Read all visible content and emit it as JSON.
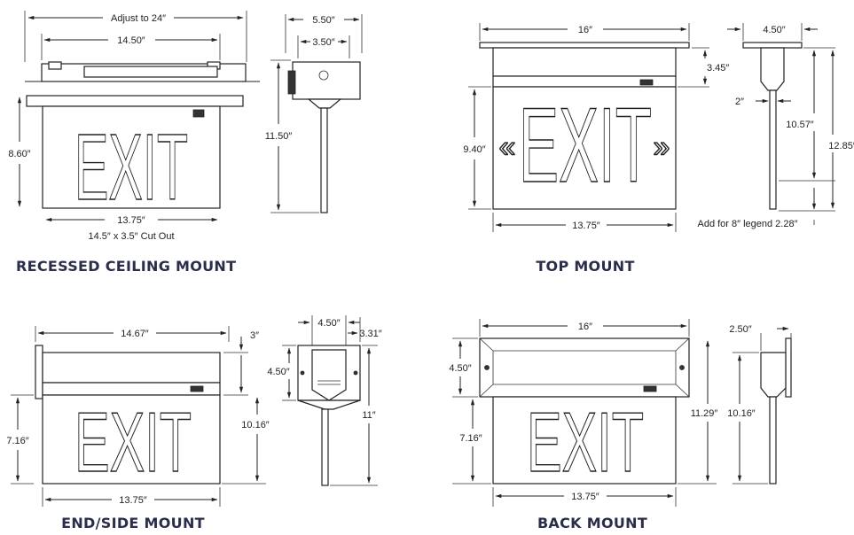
{
  "panels": {
    "recessed": {
      "heading": "RECESSED CEILING MOUNT",
      "sign_text": "EXIT",
      "dims": {
        "adjust": "Adjust to 24″",
        "width_top": "14.50″",
        "height": "8.60″",
        "width_bottom": "13.75″",
        "cutout": "14.5″ x 3.5″ Cut Out",
        "side_outer": "5.50″",
        "side_inner": "3.50″",
        "side_height": "11.50″"
      }
    },
    "top": {
      "heading": "TOP MOUNT",
      "sign_text": "EXIT",
      "chevron_left": "«",
      "chevron_right": "»",
      "dims": {
        "width_top": "16″",
        "canopy": "3.45″",
        "height": "9.40″",
        "width_bottom": "13.75″",
        "side_width": "4.50″",
        "stem": "2″",
        "side_height_a": "10.57″",
        "side_height_b": "12.85″",
        "legend_note": "Add for 8″ legend 2.28″"
      }
    },
    "end": {
      "heading": "END/SIDE MOUNT",
      "sign_text": "EXIT",
      "dims": {
        "width_top": "14.67″",
        "top_gap": "3″",
        "height": "7.16″",
        "total_height": "10.16″",
        "width_bottom": "13.75″",
        "plate_width": "4.50″",
        "plate_depth": "3.31″",
        "plate_height": "4.50″",
        "side_height": "11″"
      }
    },
    "back": {
      "heading": "BACK MOUNT",
      "sign_text": "EXIT",
      "dims": {
        "width_top": "16″",
        "top_height": "4.50″",
        "height": "7.16″",
        "total_height": "11.29″",
        "width_bottom": "13.75″",
        "side_depth": "2.50″",
        "side_height": "10.16″"
      }
    }
  }
}
